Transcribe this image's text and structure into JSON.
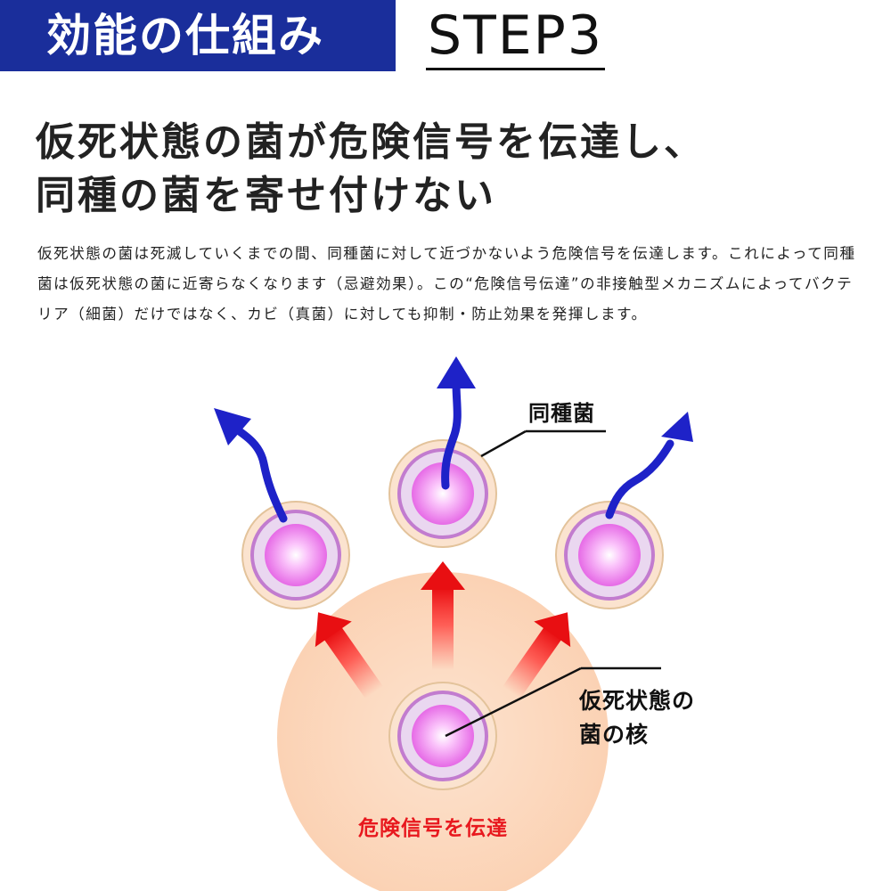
{
  "header": {
    "tag_label": "効能の仕組み",
    "step_label": "STEP3"
  },
  "headline": {
    "line1": "仮死状態の菌が危険信号を伝達し、",
    "line2": "同種の菌を寄せ付けない"
  },
  "description": "仮死状態の菌は死滅していくまでの間、同種菌に対して近づかないよう危険信号を伝達します。これによって同種菌は仮死状態の菌に近寄らなくなります（忌避効果）。この“危険信号伝達”の非接触型メカニズムによってバクテリア（細菌）だけではなく、カビ（真菌）に対しても抑制・防止効果を発揮します。",
  "diagram": {
    "label_same_species": "同種菌",
    "label_core_line1": "仮死状態の",
    "label_core_line2": "菌の核",
    "label_signal": "危険信号を伝達"
  },
  "colors": {
    "brand_blue": "#1a2e9b",
    "arrow_blue": "#1e22c8",
    "signal_red": "#e8181e",
    "bg_peach": "#fcd8bd",
    "cell_pink": "#f07ff0"
  }
}
